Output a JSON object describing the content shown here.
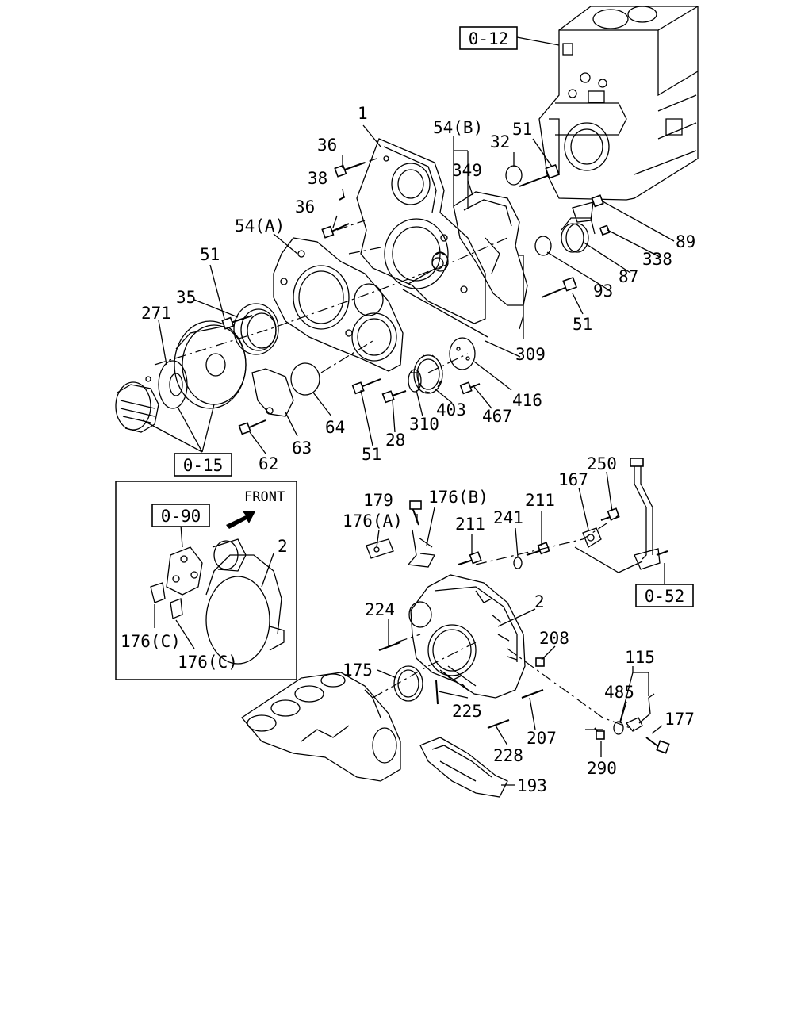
{
  "refs": {
    "r012": "0-12",
    "r015": "0-15",
    "r090": "0-90",
    "r052": "0-52"
  },
  "inset": {
    "front_label": "FRONT"
  },
  "parts": {
    "p1": "1",
    "p36a": "36",
    "p38": "38",
    "p36b": "36",
    "p54a": "54(A)",
    "p54b": "54(B)",
    "p32": "32",
    "p51a": "51",
    "p349": "349",
    "p89": "89",
    "p338": "338",
    "p87": "87",
    "p93": "93",
    "p51b": "51",
    "p51c": "51",
    "p35": "35",
    "p271": "271",
    "p309": "309",
    "p416": "416",
    "p467": "467",
    "p403": "403",
    "p310": "310",
    "p28": "28",
    "p51d": "51",
    "p64": "64",
    "p63": "63",
    "p62": "62",
    "p179": "179",
    "p176b": "176(B)",
    "p176a": "176(A)",
    "p211a": "211",
    "p211b": "211",
    "p241": "241",
    "p167": "167",
    "p250": "250",
    "p2a": "2",
    "p2b": "2",
    "p176c1": "176(C)",
    "p176c2": "176(C)",
    "p224": "224",
    "p208": "208",
    "p115": "115",
    "p175": "175",
    "p485": "485",
    "p177": "177",
    "p225": "225",
    "p207": "207",
    "p228": "228",
    "p290": "290",
    "p193": "193"
  }
}
